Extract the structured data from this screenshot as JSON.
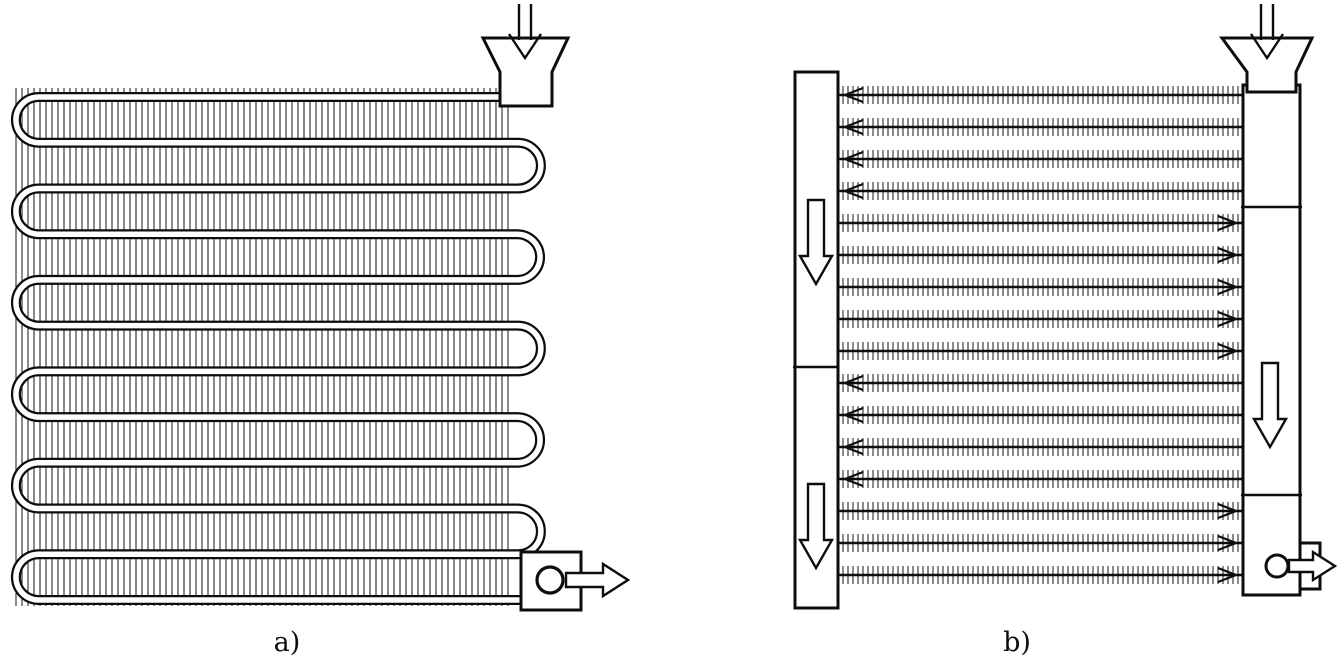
{
  "colors": {
    "ink": "#0d0d0d",
    "fin": "#2a2a2a",
    "background": "#ffffff"
  },
  "figures": {
    "a": {
      "label": "a)",
      "description": "serpentine tube coil with continuous vertical plate fins; inlet top right, outlet bottom right",
      "tube_runs": 12,
      "left_bends": 6,
      "right_bends": 5,
      "inlet": "double-line arrow pointing down into funnel header",
      "outlet": "circular port in box with hollow arrow pointing right"
    },
    "b": {
      "label": "b)",
      "description": "finned-tube coil with left and right headers and multiple passes; inlet top right, outlet bottom right",
      "row_flow_directions": [
        "left",
        "left",
        "left",
        "left",
        "right",
        "right",
        "right",
        "right",
        "right",
        "left",
        "left",
        "left",
        "left",
        "right",
        "right",
        "right"
      ],
      "pass_down_arrows": [
        {
          "side": "left"
        },
        {
          "side": "right"
        },
        {
          "side": "left"
        }
      ],
      "baffles": [
        {
          "side": "right",
          "between_rows": [
            3,
            4
          ]
        },
        {
          "side": "left",
          "between_rows": [
            8,
            9
          ]
        },
        {
          "side": "right",
          "between_rows": [
            12,
            13
          ]
        }
      ],
      "inlet": "double-line arrow pointing down into funnel header",
      "outlet": "circular port with hollow arrow pointing right"
    }
  }
}
